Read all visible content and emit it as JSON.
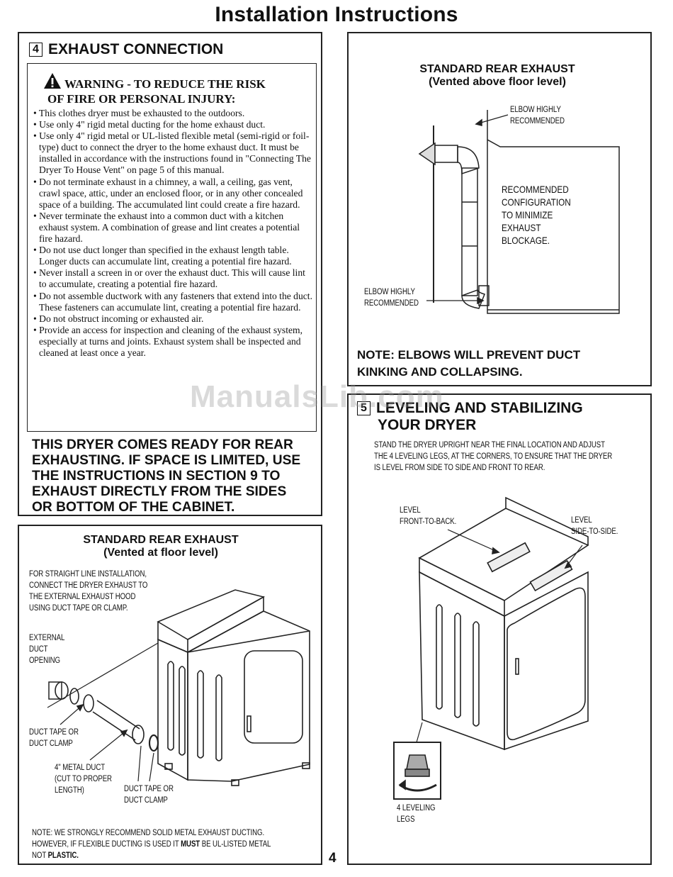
{
  "page": {
    "title": "Installation Instructions",
    "page_number": "4"
  },
  "section4": {
    "number": "4",
    "heading": "EXHAUST CONNECTION",
    "warning_title_line1": "WARNING - TO REDUCE THE RISK",
    "warning_title_line2": "OF FIRE OR PERSONAL INJURY:",
    "warnings": [
      "This clothes dryer must be exhausted to the outdoors.",
      "Use only 4\" rigid metal ducting for the home exhaust duct.",
      "Use only 4\" rigid metal or UL-listed flexible metal (semi-rigid or foil-type) duct to connect the dryer to the home exhaust duct. It must be installed in accordance with the instructions found in \"Connecting The Dryer To House Vent\" on page 5 of this manual.",
      "Do not terminate exhaust in a chimney, a wall, a ceiling, gas vent, crawl space, attic, under an enclosed floor, or in any other concealed space of a building. The accumulated lint could create a fire hazard.",
      "Never terminate the exhaust into a common duct with a kitchen exhaust system. A combination of grease and lint creates a potential fire hazard.",
      "Do not use duct longer than specified in the exhaust length table. Longer ducts can accumulate lint, creating a potential fire hazard.",
      "Never install a screen in or over the exhaust duct. This will cause lint to accumulate, creating a potential fire hazard.",
      "Do not assemble ductwork with any fasteners that extend into the duct. These fasteners can accumulate lint, creating a potential fire hazard.",
      "Do not obstruct incoming or exhausted air.",
      "Provide an access for inspection and cleaning of the exhaust system, especially at turns and joints. Exhaust system shall be inspected and cleaned at least once a year."
    ],
    "rear_note": "THIS DRYER COMES READY FOR REAR EXHAUSTING. IF SPACE IS LIMITED, USE THE INSTRUCTIONS IN SECTION 9 TO EXHAUST DIRECTLY FROM THE SIDES OR BOTTOM OF THE CABINET."
  },
  "figure_floor": {
    "title_line1": "STANDARD REAR EXHAUST",
    "title_line2": "(Vented at floor level)",
    "instruction_lines": [
      "FOR STRAIGHT LINE INSTALLATION,",
      "CONNECT THE DRYER EXHAUST TO",
      "THE EXTERNAL EXHAUST HOOD",
      "USING DUCT TAPE OR CLAMP."
    ],
    "label_external": [
      "EXTERNAL",
      "DUCT",
      "OPENING"
    ],
    "label_tape1": [
      "DUCT TAPE OR",
      "DUCT CLAMP"
    ],
    "label_metal": [
      "4\" METAL DUCT",
      "(CUT TO PROPER",
      "LENGTH)"
    ],
    "label_tape2": [
      "DUCT TAPE OR",
      "DUCT CLAMP"
    ],
    "note_line1": "NOTE: WE STRONGLY RECOMMEND SOLID METAL EXHAUST DUCTING.",
    "note_line2_a": "HOWEVER, IF FLEXIBLE DUCTING IS USED IT ",
    "note_line2_b": "MUST",
    "note_line2_c": " BE UL-LISTED METAL",
    "note_line3_a": "NOT ",
    "note_line3_b": "PLASTIC."
  },
  "figure_above": {
    "title_line1": "STANDARD REAR EXHAUST",
    "title_line2": "(Vented above floor level)",
    "label_elbow_top": [
      "ELBOW HIGHLY",
      "RECOMMENDED"
    ],
    "label_config": [
      "RECOMMENDED",
      "CONFIGURATION",
      "TO MINIMIZE",
      "EXHAUST",
      "BLOCKAGE."
    ],
    "label_elbow_bottom": [
      "ELBOW HIGHLY",
      "RECOMMENDED"
    ],
    "note": [
      "NOTE: ELBOWS WILL PREVENT DUCT",
      "KINKING AND COLLAPSING."
    ]
  },
  "section5": {
    "number": "5",
    "heading_line1": "LEVELING AND STABILIZING",
    "heading_line2": "YOUR DRYER",
    "instruction_lines": [
      "STAND THE DRYER UPRIGHT NEAR THE FINAL LOCATION AND ADJUST",
      "THE 4 LEVELING LEGS, AT THE CORNERS, TO ENSURE THAT THE DRYER",
      "IS LEVEL FROM SIDE TO SIDE AND FRONT TO REAR."
    ],
    "label_front": [
      "LEVEL",
      "FRONT-TO-BACK."
    ],
    "label_side": [
      "LEVEL",
      "SIDE-TO-SIDE."
    ],
    "label_legs": [
      "4 LEVELING",
      "LEGS"
    ]
  },
  "watermark": "ManualsLib.com"
}
